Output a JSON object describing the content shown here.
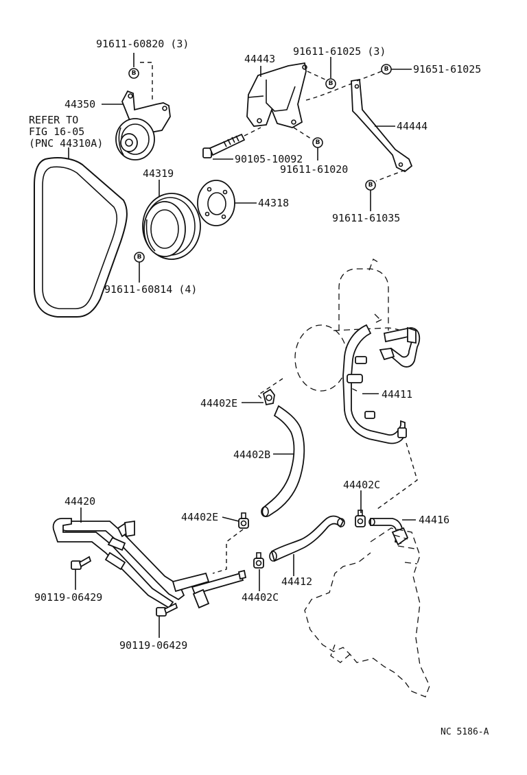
{
  "diagram_code": "NC 5186-A",
  "reference_note": [
    "REFER TO",
    "FIG 16-05",
    "(PNC 44310A)"
  ],
  "bolt_marker_letter": "B",
  "parts": {
    "p91611_60820": "91611-60820 (3)",
    "p44350": "44350",
    "p44443": "44443",
    "p91611_61025": "91611-61025 (3)",
    "p91651_61025": "91651-61025",
    "p44444": "44444",
    "p90105_10092": "90105-10092",
    "p91611_61020": "91611-61020",
    "p44319": "44319",
    "p44318": "44318",
    "p91611_61035": "91611-61035",
    "p91611_60814": "91611-60814 (4)",
    "p44411": "44411",
    "p44402E_top": "44402E",
    "p44402B": "44402B",
    "p44402C_right": "44402C",
    "p44416": "44416",
    "p44420": "44420",
    "p44402E_lower": "44402E",
    "p90119_06429_a": "90119-06429",
    "p44412": "44412",
    "p44402C_lower": "44402C",
    "p90119_06429_b": "90119-06429"
  }
}
